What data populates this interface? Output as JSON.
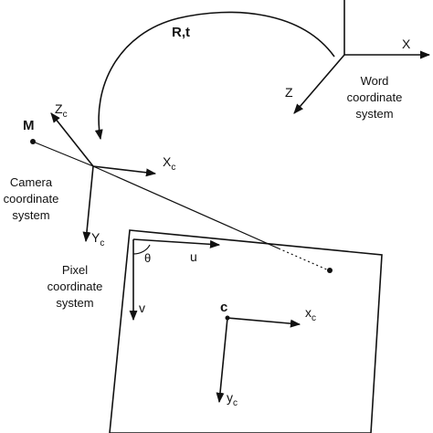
{
  "transform_label": "R,t",
  "world": {
    "x_label": "X",
    "z_label": "Z",
    "caption": [
      "Word",
      "coordinate",
      "system"
    ]
  },
  "point_label": "M",
  "camera": {
    "z_main": "Z",
    "z_sub": "c",
    "x_main": "X",
    "x_sub": "c",
    "y_main": "Y",
    "y_sub": "c",
    "caption": [
      "Camera",
      "coordinate",
      "system"
    ]
  },
  "pixel": {
    "u_label": "u",
    "v_label": "v",
    "theta_label": "θ",
    "caption": [
      "Pixel",
      "coordinate",
      "system"
    ]
  },
  "image": {
    "center_label": "c",
    "x_main": "x",
    "x_sub": "c",
    "y_main": "y",
    "y_sub": "c"
  }
}
